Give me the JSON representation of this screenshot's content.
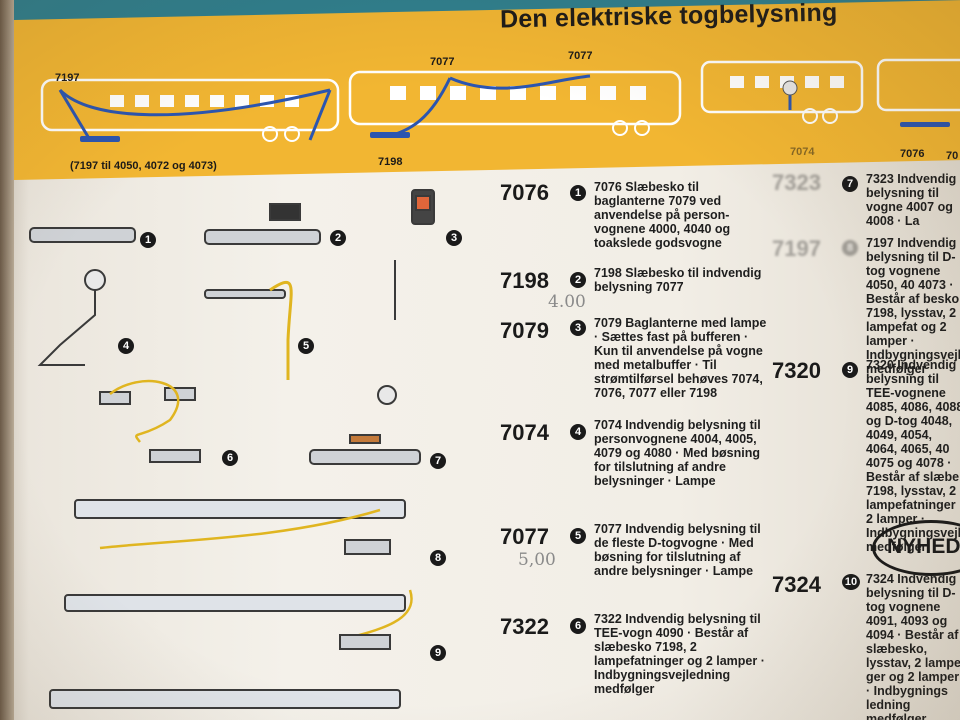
{
  "banner": {
    "title": "Den elektriske togbelysning",
    "cars": [
      {
        "label": "7197"
      },
      {
        "label": "7077"
      },
      {
        "label": "7077"
      }
    ],
    "caption_left": "(7197 til 4050, 4072 og 4073)",
    "caption_mid": "7198",
    "caption_right1": "7074",
    "caption_right2": "7076",
    "caption_right3": "70"
  },
  "figures": [
    "1",
    "2",
    "3",
    "4",
    "5",
    "6",
    "7",
    "8",
    "9"
  ],
  "items": [
    {
      "num": "7076",
      "circle": "1",
      "text": "7076 Slæbesko til baglanterne 7079 ved anvendelse på person-vognene 4000, 4040 og toakslede godsvogne"
    },
    {
      "num": "7198",
      "circle": "2",
      "text": "7198 Slæbesko til indvendig belysning 7077",
      "pencil": "4.00"
    },
    {
      "num": "7079",
      "circle": "3",
      "text": "7079 Baglanterne med lampe · Sættes fast på bufferen · Kun til anvendelse på vogne med metalbuffer · Til strømtilførsel behøves 7074, 7076, 7077 eller 7198"
    },
    {
      "num": "7074",
      "circle": "4",
      "text": "7074 Indvendig belysning til personvognene 4004, 4005, 4079 og 4080 · Med bøsning for tilslutning af andre belysninger · Lampe"
    },
    {
      "num": "7077",
      "circle": "5",
      "text": "7077 Indvendig belysning til de fleste D-togvogne · Med bøsning for tilslutning af andre belysninger · Lampe",
      "pencil": "5,00"
    },
    {
      "num": "7322",
      "circle": "6",
      "text": "7322 Indvendig belysning til TEE-vogn 4090 · Består af slæbesko 7198, 2 lampefatninger og 2 lamper · Indbygningsvejledning medfølger"
    }
  ],
  "right_items": [
    {
      "num": "7323",
      "circle": "7",
      "text": "7323 Indvendig belysning til vogne 4007 og 4008 · La"
    },
    {
      "num": "7197",
      "circle": "8",
      "text": "7197 Indvendig belysning til D-tog vognene 4050, 40 4073 · Består af besko 7198, lysstav, 2 lampefat og 2 lamper · Indbygningsvejle medfølger"
    },
    {
      "num": "7320",
      "circle": "9",
      "text": "7320 Indvendig belysning til TEE-vognene 4085, 4086, 4088 og D-tog 4048, 4049, 4054, 4064, 4065, 40 4075 og 4078 · Består af slæbe 7198, lysstav, 2 lampefatninger 2 lamper · Indbygningsvejledn medfølger"
    },
    {
      "num": "7324",
      "circle": "10",
      "text": "7324 Indvendig belysning til D-tog vognene 4091, 4093 og 4094 · Består af slæbesko, lysstav, 2 lamper ger og 2 lamper · Indbygnings ledning medfølger"
    }
  ],
  "badge": "NYHED",
  "colors": {
    "banner": "#f2b632",
    "wire_blue": "#2b55b0",
    "wire_yellow": "#e0b520",
    "ink": "#1a1a1a"
  }
}
